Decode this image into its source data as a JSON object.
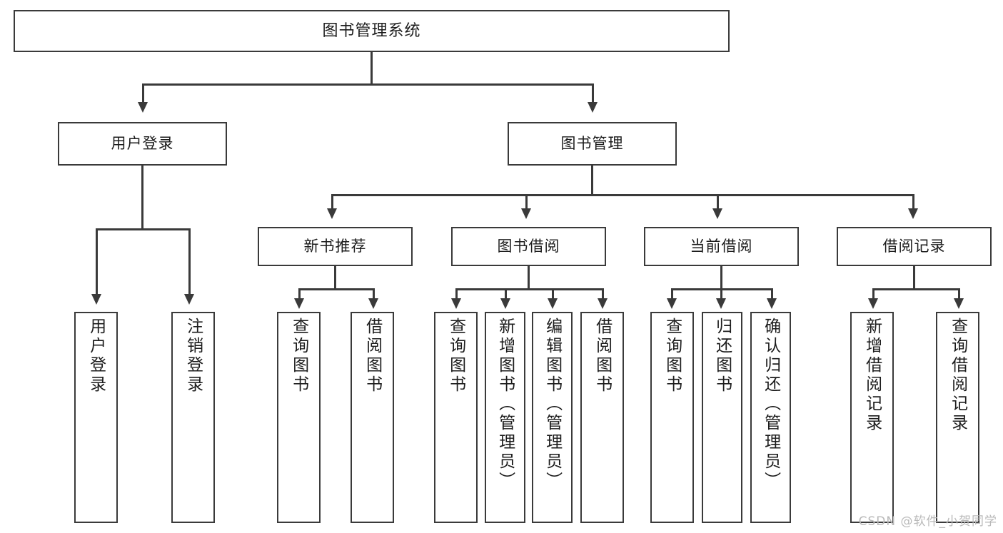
{
  "diagram": {
    "title": "图书管理系统",
    "type": "tree",
    "watermark": "CSDN @软件_小贺同学",
    "watermark_color": "#b9b9b9",
    "line_color": "#3a3a3a",
    "box_fill": "#ffffff",
    "text_color": "#1c1c1c"
  },
  "nodes": {
    "root": {
      "label": "图书管理系统"
    },
    "level2": [
      {
        "label": "用户登录"
      },
      {
        "label": "图书管理"
      }
    ],
    "level3": [
      {
        "label": "新书推荐"
      },
      {
        "label": "图书借阅"
      },
      {
        "label": "当前借阅"
      },
      {
        "label": "借阅记录"
      }
    ],
    "leaves": {
      "user_login": [
        {
          "label": "用户登录"
        },
        {
          "label": "注销登录"
        }
      ],
      "new_book": [
        {
          "label": "查询图书"
        },
        {
          "label": "借阅图书"
        }
      ],
      "book_borrow": [
        {
          "label": "查询图书"
        },
        {
          "label": "新增图书（管理员）"
        },
        {
          "label": "编辑图书（管理员）"
        },
        {
          "label": "借阅图书"
        }
      ],
      "current_borrow": [
        {
          "label": "查询图书"
        },
        {
          "label": "归还图书"
        },
        {
          "label": "确认归还（管理员）"
        }
      ],
      "borrow_record": [
        {
          "label": "新增借阅记录"
        },
        {
          "label": "查询借阅记录"
        }
      ]
    }
  }
}
